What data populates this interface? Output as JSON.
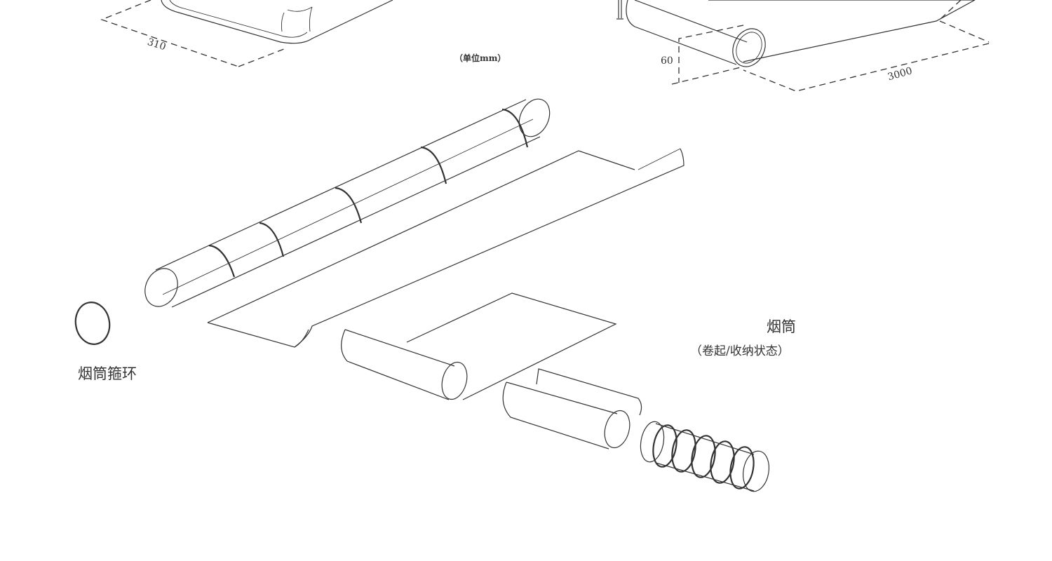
{
  "labels": {
    "unit": "（单位mm）",
    "ring": "烟筒箍环",
    "chimney": "烟筒",
    "chimney_state": "（卷起/收纳状态）"
  },
  "dimensions": {
    "d310": "310",
    "d60": "60",
    "d3000": "3000"
  }
}
